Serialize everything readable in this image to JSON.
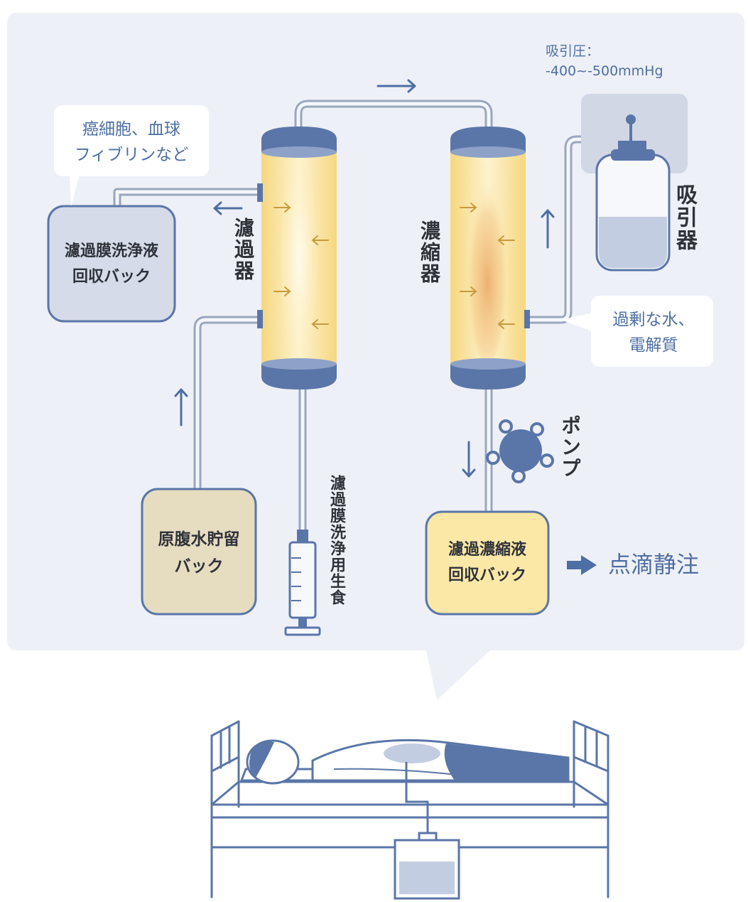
{
  "colors": {
    "panel": "#eef0f7",
    "tube_fill": "#fbe6a4",
    "tube_cap": "#5a76a8",
    "pipe": "#9aa6bf",
    "accent_blue": "#4d6fa3",
    "wash_bag": "#d5dbe8",
    "ascites_bag": "#e6dcc0",
    "concentrate_bag": "#fbe8a6"
  },
  "icons": [
    "syringe-icon",
    "pump-icon",
    "suction-bottle-icon",
    "patient-bed-icon",
    "drain-bag-icon"
  ],
  "labels": {
    "suction_pressure_line1": "吸引圧：",
    "suction_pressure_line2": "-400~-500mmHg",
    "cancer_cells_note": "癌細胞、血球\nフィブリンなど",
    "wash_recovery_bag": "濾過膜洗浄液\n回収バック",
    "filter": "濾過器",
    "concentrator": "濃縮器",
    "suction_device": "吸引器",
    "excess_water_note": "過剰な水、\n電解質",
    "pump": "ポンプ",
    "ascites_storage_bag": "原腹水貯留\nバック",
    "wash_saline": "濾過膜洗浄用生食",
    "concentrate_bag": "濾過濃縮液\n回収バック",
    "iv_drip": "点滴静注"
  }
}
